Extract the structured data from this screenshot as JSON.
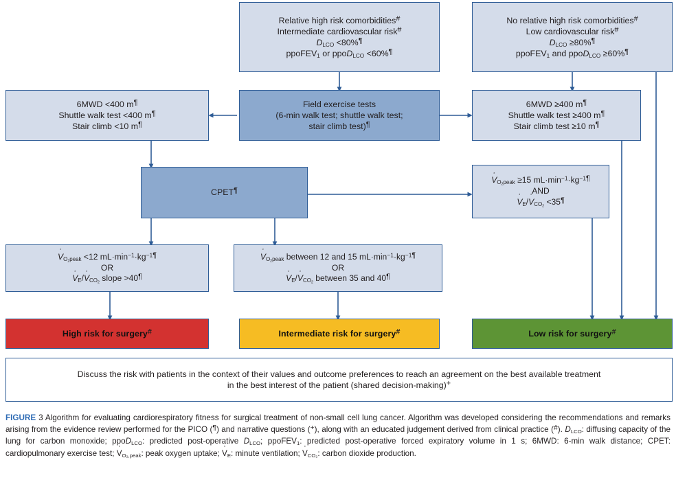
{
  "figure": {
    "label": "FIGURE",
    "number": "3",
    "caption_part1": " Algorithm for evaluating cardiorespiratory fitness for surgical treatment of non-small cell lung cancer. Algorithm was developed considering the recommendations and remarks arising from the evidence review performed for the PICO (",
    "caption_mark_pilcrow": "¶",
    "caption_part2": ") and narrative questions (",
    "caption_mark_plus": "+",
    "caption_part3": "), along with an educated judgement derived from clinical practice (",
    "caption_mark_hash": "#",
    "caption_part4": "). ",
    "abbrev_dlco": "D",
    "abbrev_dlco_sub": "LCO",
    "abbrev_dlco_def": ": diffusing capacity of the lung for carbon monoxide; ppo",
    "abbrev_ppodlco": "D",
    "abbrev_ppodlco_sub": "LCO",
    "abbrev_ppodlco_def": ": predicted post-operative ",
    "abbrev_dlco2": "D",
    "abbrev_dlco2_sub": "LCO",
    "abbrev_ppofev": "; ppoFEV",
    "abbrev_ppofev_sub": "1",
    "abbrev_ppofev_def": ": predicted post-operative forced expiratory volume in 1 s; 6MWD: 6-min walk distance; CPET: cardiopulmonary exercise test; ",
    "abbrev_vo2": "V",
    "abbrev_vo2_sub": "O₂,peak",
    "abbrev_vo2_def": ": peak oxygen uptake; ",
    "abbrev_ve": "V",
    "abbrev_ve_sub": "E",
    "abbrev_ve_def": ": minute ventilation; ",
    "abbrev_vco2": "V",
    "abbrev_vco2_sub": "CO₂",
    "abbrev_vco2_def": ": carbon dioxide production."
  },
  "nodes": {
    "top_left": {
      "name": "relative-high-risk-criteria",
      "lines": [
        "Relative high risk comorbidities#",
        "Intermediate cardiovascular risk#",
        "DLCO <80%¶",
        "ppoFEV1 or ppoDLCO <60%¶"
      ]
    },
    "top_right": {
      "name": "no-relative-high-risk-criteria",
      "lines": [
        "No relative high risk comorbidities#",
        "Low cardiovascular risk#",
        "DLCO ≥80%¶",
        "ppoFEV1 and ppoDLCO ≥60%¶"
      ]
    },
    "field_tests": {
      "name": "field-exercise-tests",
      "lines": [
        "Field exercise tests",
        "(6-min walk test; shuttle walk test;",
        "stair climb test)¶"
      ]
    },
    "field_fail": {
      "name": "field-test-below-threshold",
      "lines": [
        "6MWD <400 m¶",
        "Shuttle walk test <400 m¶",
        "Stair climb <10 m¶"
      ]
    },
    "field_pass": {
      "name": "field-test-above-threshold",
      "lines": [
        "6MWD ≥400 m¶",
        "Shuttle walk test ≥400 m¶",
        "Stair climb test ≥10 m¶"
      ]
    },
    "cpet": {
      "name": "cpet",
      "lines": [
        "CPET¶"
      ]
    },
    "cpet_good": {
      "name": "cpet-low-risk-criteria",
      "lines": [
        "V̇O₂,peak ≥15 mL·min⁻¹·kg⁻¹¶",
        "AND",
        "V̇E/V̇CO₂ <35¶"
      ]
    },
    "cpet_bad": {
      "name": "cpet-high-risk-criteria",
      "lines": [
        "V̇O₂,peak <12 mL·min⁻¹·kg⁻¹¶",
        "OR",
        "V̇E/V̇CO₂ slope >40¶"
      ]
    },
    "cpet_mid": {
      "name": "cpet-intermediate-risk-criteria",
      "lines": [
        "V̇O₂,peak between 12 and 15 mL·min⁻¹·kg⁻¹¶",
        "OR",
        "V̇E/V̇CO₂ between 35 and 40¶"
      ]
    },
    "high_risk": {
      "name": "high-risk-outcome",
      "label": "High risk for surgery#",
      "color": "#D33230"
    },
    "intermediate_risk": {
      "name": "intermediate-risk-outcome",
      "label": "Intermediate risk for surgery#",
      "color": "#F6BC23"
    },
    "low_risk": {
      "name": "low-risk-outcome",
      "label": "Low risk for surgery#",
      "color": "#5D9435"
    },
    "discuss": {
      "name": "shared-decision-making",
      "line1": "Discuss the risk with patients in the context of their values and outcome preferences to reach an agreement on the best available treatment",
      "line2": "in the best interest of the patient (shared decision-making)+"
    }
  },
  "colors": {
    "light_blue": "#D4DCEA",
    "dark_blue": "#8CA9CE",
    "border_blue": "#2E5C96",
    "arrow_blue": "#2E5C96",
    "red": "#D33230",
    "amber": "#F6BC23",
    "green": "#5D9435",
    "figure_label_blue": "#2f6cb5"
  }
}
